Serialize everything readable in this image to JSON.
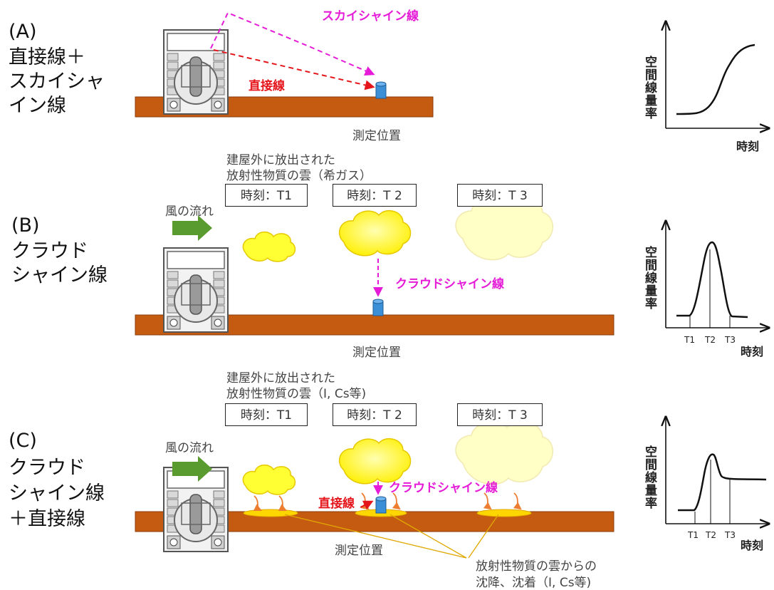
{
  "panel_a": {
    "letter": "(A)",
    "title_l1": "直接線＋",
    "title_l2": "スカイシャ",
    "title_l3": "イン線",
    "skyshine_label": "スカイシャイン線",
    "direct_label": "直接線",
    "measure_label": "測定位置",
    "graph_y": "空間線量率",
    "graph_x": "時刻"
  },
  "panel_b": {
    "letter": "(B)",
    "title_l1": "クラウド",
    "title_l2": "シャイン線",
    "cloud_desc_l1": "建屋外に放出された",
    "cloud_desc_l2": "放射性物質の雲（希ガス）",
    "time1": "時刻：T1",
    "time2": "時刻：T 2",
    "time3": "時刻：T 3",
    "wind": "風の流れ",
    "cloudshine_label": "クラウドシャイン線",
    "measure_label": "測定位置",
    "graph_y": "空間線量率",
    "graph_x": "時刻",
    "t1": "T1",
    "t2": "T2",
    "t3": "T3"
  },
  "panel_c": {
    "letter": "(C)",
    "title_l1": "クラウド",
    "title_l2": "シャイン線",
    "title_l3": "＋直接線",
    "cloud_desc_l1": "建屋外に放出された",
    "cloud_desc_l2": "放射性物質の雲（I, Cs等)",
    "time1": "時刻：T1",
    "time2": "時刻：T 2",
    "time3": "時刻：T 3",
    "wind": "風の流れ",
    "cloudshine_label": "クラウドシャイン線",
    "direct_label": "直接線",
    "measure_label": "測定位置",
    "deposit_l1": "放射性物質の雲からの",
    "deposit_l2": "沈降、沈着（I, Cs等)",
    "graph_y": "空間線量率",
    "graph_x": "時刻",
    "t1": "T1",
    "t2": "T2",
    "t3": "T3"
  },
  "colors": {
    "ground": "#c55a11",
    "skyshine": "#e51bd7",
    "direct": "#e5161b",
    "wind_arrow": "#5a9b2f",
    "cloud": "#ffff33",
    "detector": "#3b8fd6",
    "deposit": "#ffd700",
    "fall_arrow": "#ed7d31"
  }
}
